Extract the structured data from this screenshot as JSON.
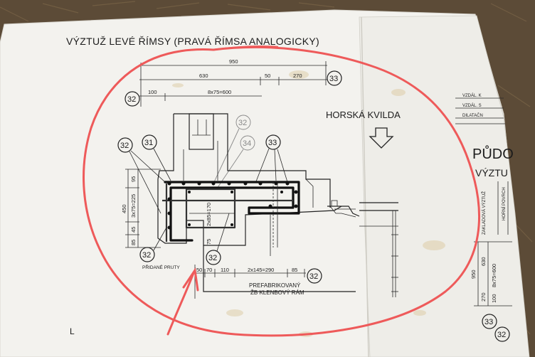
{
  "sheet": {
    "title": "VÝZTUŽ LEVÉ ŘÍMSY (PRAVÁ ŘÍMSA ANALOGICKY)",
    "side_label": "HORSKÁ KVILDA",
    "right_partial_1": "PŮDO",
    "right_partial_2": "VÝZTU",
    "right_top_1": "VZDÁL. K",
    "right_top_2": "VZDÁL. S",
    "right_top_3": "DILATAČN",
    "precast_line1": "PREFABRIKOVANÝ",
    "precast_line2": "ŽB KLENBOVÝ RÁM",
    "added_bars": "PŘIDANÉ PRUTY",
    "corner_mark": "L"
  },
  "dimensions": {
    "top_total": "950",
    "top_a": "630",
    "top_b": "50",
    "top_c": "270",
    "second_a": "100",
    "second_b": "8x75=600",
    "left_a": "95",
    "left_b": "3x75=225",
    "left_c": "450",
    "left_d": "45",
    "left_e": "85",
    "inner_v1": "2x85=170",
    "inner_v2": "75",
    "bottom_a": "50",
    "bottom_b": "70",
    "bottom_c": "110",
    "bottom_d": "2x145=290",
    "bottom_e": "85",
    "right_v1": "950",
    "right_v2": "270",
    "right_v3": "8x75=600",
    "right_v4": "630",
    "right_v5": "100",
    "right_v6": "ZAKLADOVÁ VÝZTUŽ",
    "right_v7": "HORNÍ POVRCH"
  },
  "markers": {
    "m33_top": "33",
    "m32_top": "32",
    "m32_left": "32",
    "m31": "31",
    "m32_grey": "32",
    "m34_grey": "34",
    "m33_mid": "33",
    "m32_bottom_left": "32",
    "m32_bottom_mid": "32",
    "m32_bottom_right": "32",
    "m33_right": "33",
    "m32_right": "32"
  },
  "colors": {
    "paper": "#f4f3ef",
    "ink": "#1c1c1c",
    "red_marker": "#ee5a5a",
    "ground": "#5a4a36"
  }
}
